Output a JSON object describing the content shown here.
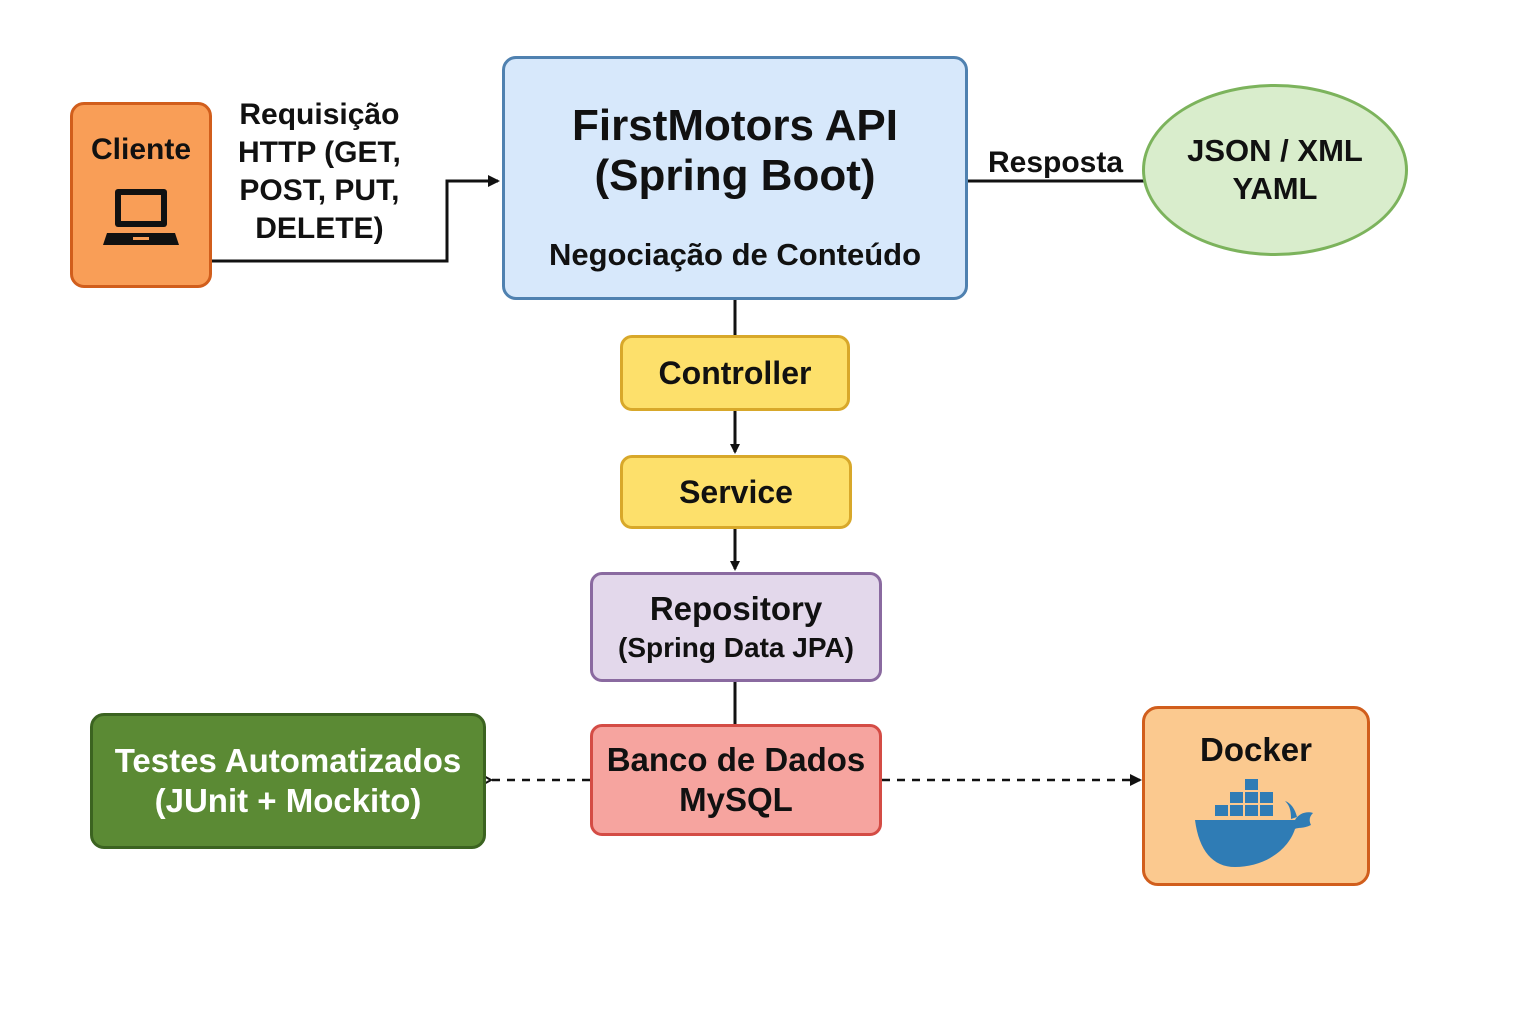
{
  "client": {
    "title": "Cliente",
    "icon": "laptop-icon"
  },
  "request": {
    "lines": [
      "Requisição",
      "HTTP (GET,",
      "POST, PUT,",
      "DELETE)"
    ]
  },
  "api": {
    "title_line1": "FirstMotors API",
    "title_line2": "(Spring Boot)",
    "subtitle": "Negociação de Conteúdo"
  },
  "response": {
    "label": "Resposta"
  },
  "formats": {
    "line1": "JSON / XML",
    "line2": "YAML"
  },
  "layers": {
    "controller": "Controller",
    "service": "Service",
    "repository": {
      "title": "Repository",
      "subtitle": "(Spring Data JPA)"
    },
    "database": {
      "line1": "Banco de Dados",
      "line2": "MySQL"
    }
  },
  "tests": {
    "line1": "Testes Automatizados",
    "line2": "(JUnit + Mockito)"
  },
  "docker": {
    "title": "Docker",
    "icon": "docker-whale-icon"
  },
  "colors": {
    "client_fill": "#f99e57",
    "api_fill": "#d7e8fb",
    "formats_fill": "#d9edcc",
    "layer_fill": "#fde06b",
    "repository_fill": "#e3d8eb",
    "database_fill": "#f6a49f",
    "tests_fill": "#5b8a34",
    "docker_fill": "#fbc98f",
    "docker_blue": "#2f7cb5"
  }
}
